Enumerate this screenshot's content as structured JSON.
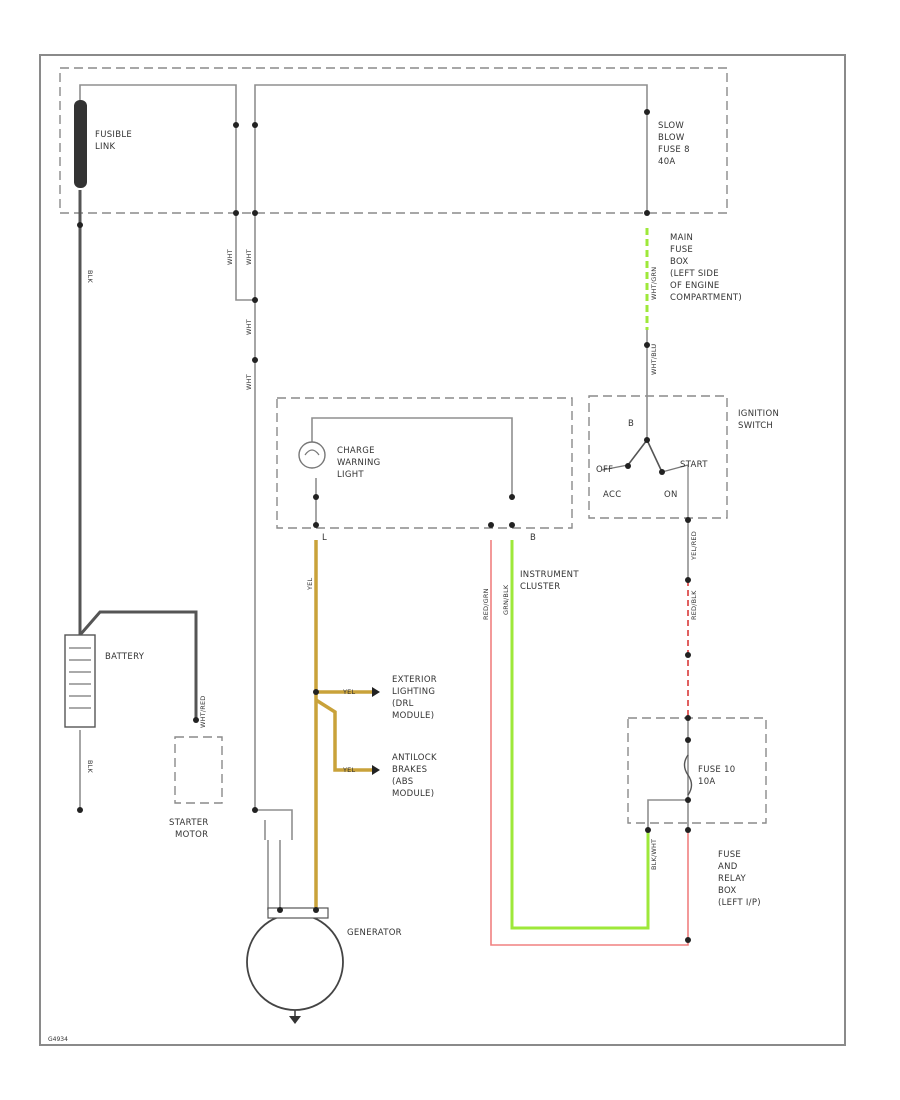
{
  "labels": {
    "fusible_link": [
      "FUSIBLE",
      "LINK"
    ],
    "slow_blow_fuse": [
      "SLOW",
      "BLOW",
      "FUSE 8",
      "40A"
    ],
    "main_fuse_box": [
      "MAIN",
      "FUSE",
      "BOX",
      "(LEFT SIDE",
      "OF ENGINE",
      "COMPARTMENT)"
    ],
    "ignition_switch": [
      "IGNITION",
      "SWITCH"
    ],
    "switch_b": "B",
    "switch_off": "OFF",
    "switch_start": "START",
    "switch_acc": "ACC",
    "switch_on": "ON",
    "charge_warning_light": [
      "CHARGE",
      "WARNING",
      "LIGHT"
    ],
    "terminal_l": "L",
    "terminal_b": "B",
    "instrument_cluster": [
      "INSTRUMENT",
      "CLUSTER"
    ],
    "battery": "BATTERY",
    "exterior_lighting": [
      "EXTERIOR",
      "LIGHTING",
      "(DRL",
      "MODULE)"
    ],
    "antilock_brakes": [
      "ANTILOCK",
      "BRAKES",
      "(ABS",
      "MODULE)"
    ],
    "fuse_10a": [
      "FUSE 10",
      "10A"
    ],
    "fuse_relay_box": [
      "FUSE",
      "AND",
      "RELAY",
      "BOX",
      "(LEFT I/P)"
    ],
    "starter_motor": [
      "STARTER",
      "MOTOR"
    ],
    "generator": "GENERATOR",
    "figure_id": "G4934"
  },
  "wire_labels": {
    "wht_a": "WHT",
    "wht_b": "WHT",
    "wht_c": "WHT",
    "wht_d": "WHT",
    "blk_a": "BLK",
    "blk_b": "BLK",
    "wht_blu": "WHT/BLU",
    "yel_red": "YEL/RED",
    "wht_grn": "WHT/GRN",
    "red_grn": "RED/GRN",
    "blk_wht": "BLK/WHT",
    "grn_blk": "GRN/BLK",
    "red_blk": "RED/BLK",
    "wht_red": "WHT/RED",
    "yel_a": "YEL",
    "yel_b": "YEL",
    "yel_c": "YEL"
  },
  "colors": {
    "box_border": "#8a8a8a",
    "wire_gray": "#8f8f8f",
    "wire_dark": "#555555",
    "wire_tan": "#c9a23a",
    "wire_green": "#9ee83a",
    "wire_red": "#f08080"
  }
}
